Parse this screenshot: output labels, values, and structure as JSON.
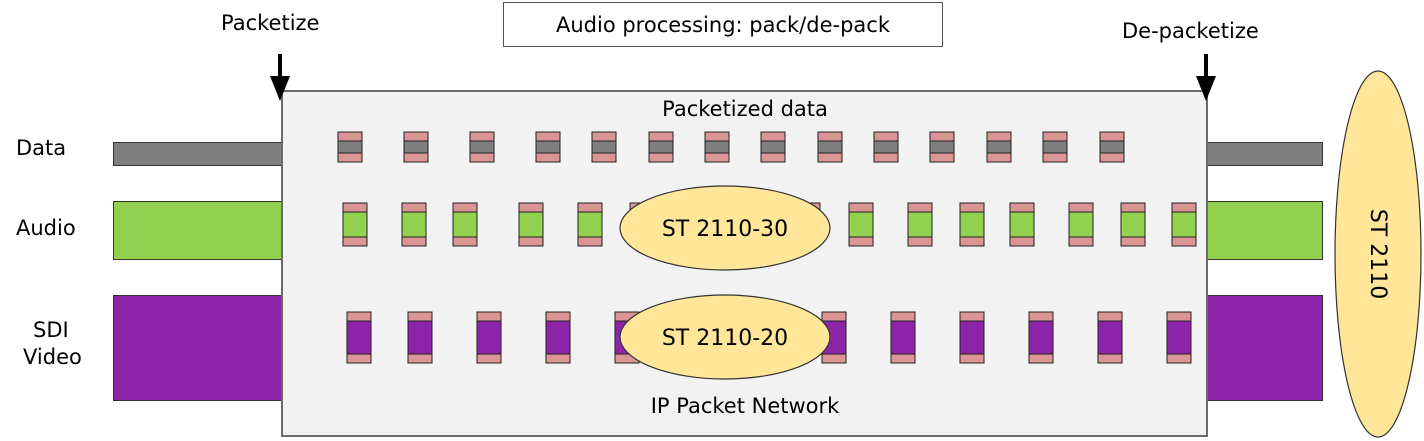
{
  "labels": {
    "packetize": "Packetize",
    "depacketize": "De-packetize",
    "audio_processing": "Audio processing: pack/de-pack",
    "packetized_data": "Packetized data",
    "ip_packet_network": "IP Packet Network"
  },
  "streams": [
    {
      "id": "data",
      "label": "Data",
      "color": "#7f7f7f"
    },
    {
      "id": "audio",
      "label": "Audio",
      "color": "#92d050"
    },
    {
      "id": "video",
      "label_line1": "SDI",
      "label_line2": "Video",
      "color": "#8e24aa"
    }
  ],
  "ellipses": {
    "audio_standard": "ST 2110-30",
    "video_standard": "ST 2110-20",
    "suite": "ST 2110"
  },
  "packets": {
    "header_color": "#da9694",
    "data_count": 14,
    "audio_count": 14,
    "video_count": 12
  },
  "colors": {
    "network_bg": "#f2f2f2",
    "ellipse_fill": "#ffe699",
    "data": "#7f7f7f",
    "audio": "#92d050",
    "video": "#8e24aa"
  }
}
